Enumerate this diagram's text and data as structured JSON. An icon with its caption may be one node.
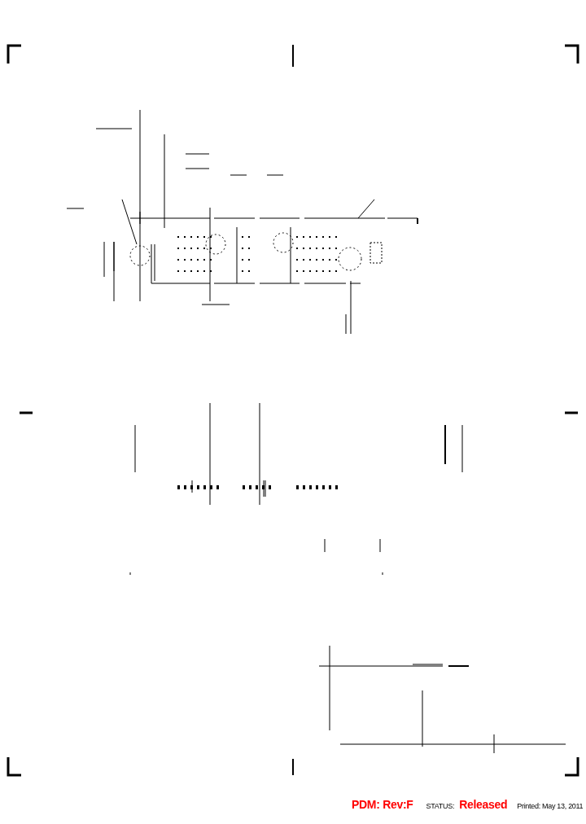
{
  "diagram": {
    "labels": [
      "PDM: Rev:F",
      "STATUS:",
      "Released",
      "Printed: May 13, 2011"
    ]
  }
}
